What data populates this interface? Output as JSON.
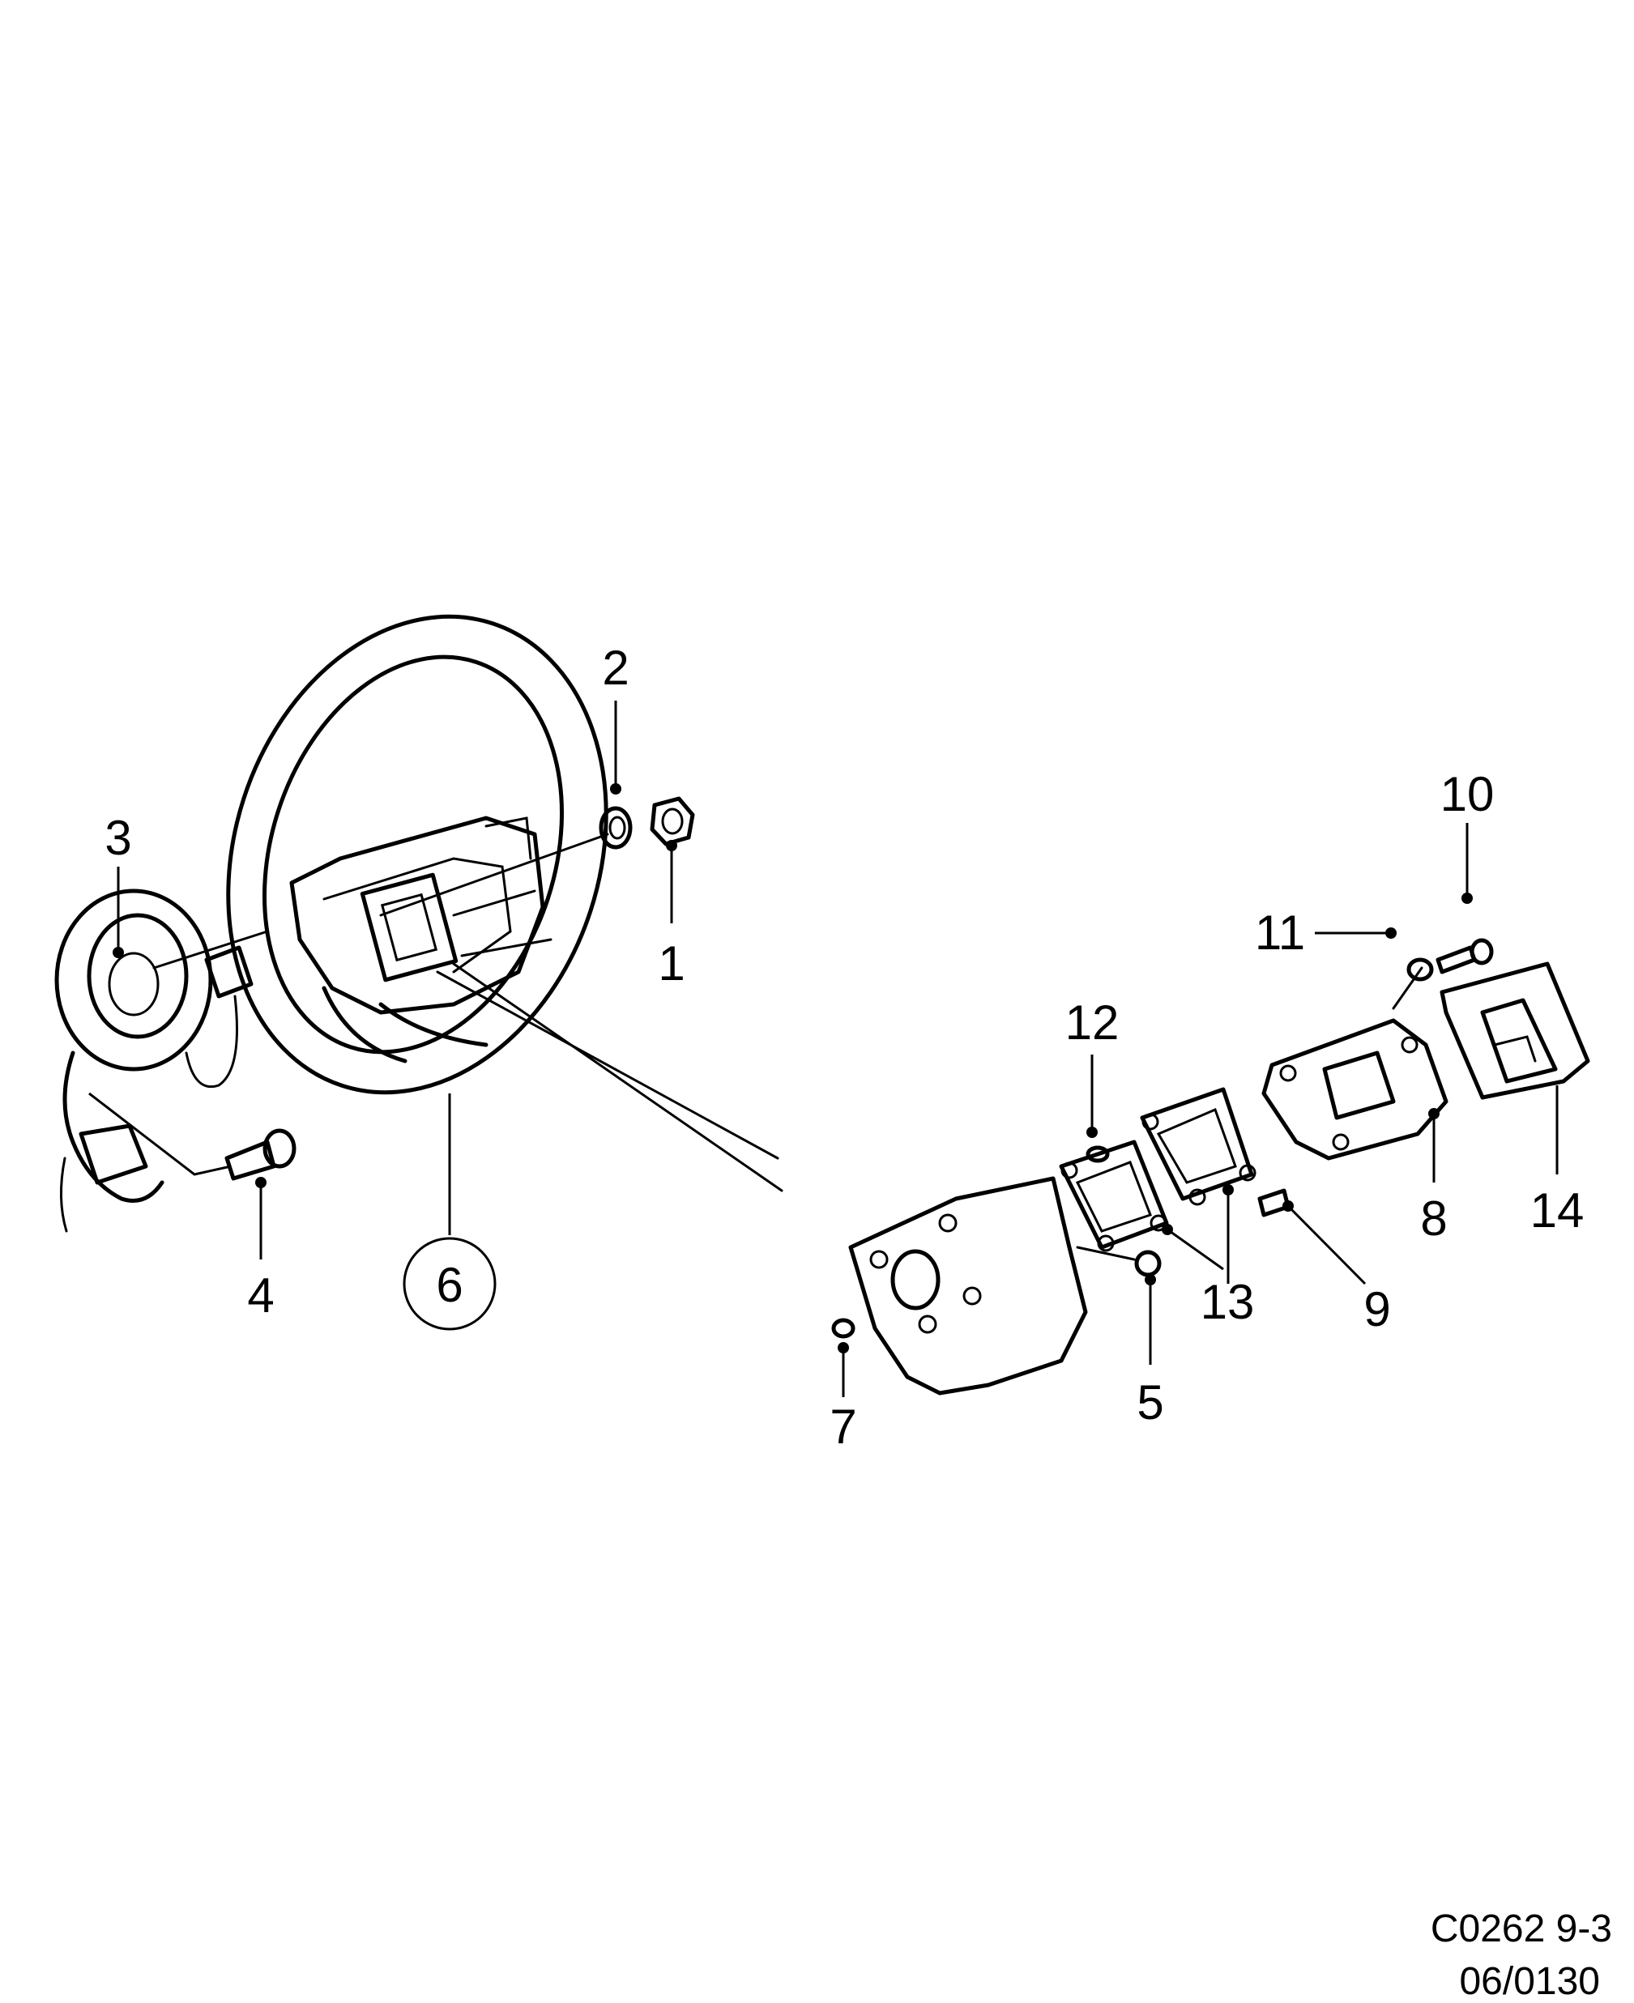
{
  "callouts": {
    "c1": "1",
    "c2": "2",
    "c3": "3",
    "c4": "4",
    "c5": "5",
    "c6": "6",
    "c7": "7",
    "c8": "8",
    "c9": "9",
    "c10": "10",
    "c11": "11",
    "c12": "12",
    "c13": "13",
    "c14": "14"
  },
  "footer": {
    "code": "C0262 9-3",
    "ref": "06/0130"
  }
}
